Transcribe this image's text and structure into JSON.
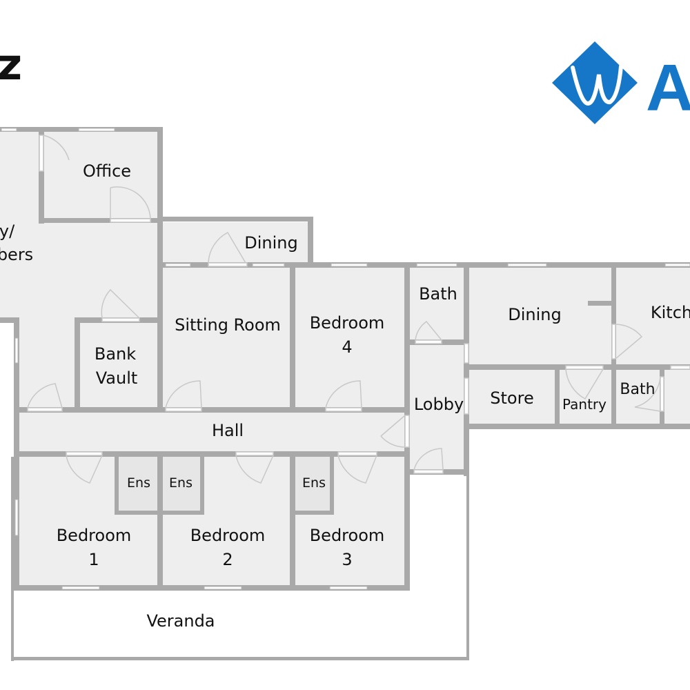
{
  "header": {
    "title_fragment": "z",
    "logo_text": "A",
    "logo_mark_letter": "W"
  },
  "colors": {
    "floor": "#eeeeee",
    "wall": "#a9a9a9",
    "window": "#ffffff",
    "brand": "#1677c8",
    "text": "#111111",
    "page": "#ffffff"
  },
  "rooms": {
    "library_line1": "y/",
    "library_line2": "bers",
    "office": "Office",
    "dining_small": "Dining",
    "sitting_room": "Sitting Room",
    "bedroom4_line1": "Bedroom",
    "bedroom4_line2": "4",
    "bath_top": "Bath",
    "dining_main": "Dining",
    "kitchen": "Kitch",
    "bank_vault_line1": "Bank",
    "bank_vault_line2": "Vault",
    "lobby": "Lobby",
    "store": "Store",
    "pantry": "Pantry",
    "bath_small": "Bath",
    "hall": "Hall",
    "ens1": "Ens",
    "ens2": "Ens",
    "ens3": "Ens",
    "bedroom1_line1": "Bedroom",
    "bedroom1_line2": "1",
    "bedroom2_line1": "Bedroom",
    "bedroom2_line2": "2",
    "bedroom3_line1": "Bedroom",
    "bedroom3_line2": "3",
    "veranda": "Veranda"
  }
}
